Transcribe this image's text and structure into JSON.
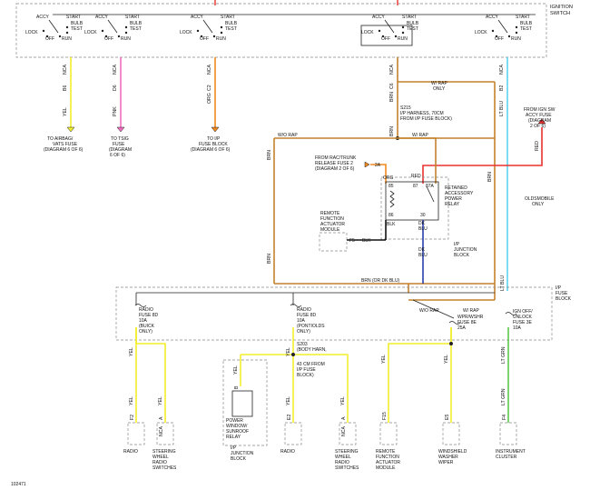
{
  "ignition": {
    "title": "IGNITION SWITCH",
    "groups": [
      {
        "accy": "ACCY",
        "start": "START",
        "bulb": "BULB",
        "test": "TEST",
        "lock": "LOCK",
        "off": "OFF",
        "run": "RUN"
      },
      {
        "accy": "ACCY",
        "start": "START",
        "bulb": "BULB",
        "test": "TEST",
        "lock": "LOCK",
        "off": "OFF",
        "run": "RUN"
      },
      {
        "accy": "ACCY",
        "start": "START",
        "bulb": "BULB",
        "test": "TEST",
        "lock": "LOCK",
        "off": "OFF",
        "run": "RUN"
      },
      {
        "accy": "ACCY",
        "start": "START",
        "bulb": "BULB",
        "test": "TEST",
        "lock": "LOCK",
        "off": "OFF",
        "run": "RUN"
      },
      {
        "accy": "ACCY",
        "start": "START",
        "bulb": "BULB",
        "test": "TEST",
        "lock": "LOCK",
        "off": "OFF",
        "run": "RUN"
      }
    ]
  },
  "wires_top": [
    {
      "nca": "NCA",
      "pin": "B6",
      "color": "YEL",
      "dest": [
        "TO AIRBAG/",
        "VATS FUSE",
        "(DIAGRAM 6 OF 6)"
      ]
    },
    {
      "nca": "NCA",
      "pin": "D6",
      "color": "PNK",
      "dest": [
        "TO TSIG",
        "FUSE",
        "(DIAGRAM",
        "6 OF 6)"
      ]
    },
    {
      "nca": "NCA",
      "pin": "C2",
      "color": "ORG",
      "dest": [
        "TO I/P",
        "FUSE BLOCK",
        "(DIAGRAM 6 OF 6)"
      ]
    },
    {
      "nca": "NCA",
      "pin": "C6",
      "color": "BRN"
    },
    {
      "nca": "NCA",
      "pin": "B2",
      "color": "LT BLU"
    }
  ],
  "wrap_only": [
    "W/ RAP",
    "ONLY"
  ],
  "splice_s215": [
    "S215",
    "I/P HARNESS, 70CM",
    "FROM I/P FUSE BLOCK)"
  ],
  "from_ign_sw": [
    "FROM IGN SW",
    "ACCY FUSE",
    "(DIAGRAM",
    "2 OF 6)"
  ],
  "red_label": "RED",
  "wo_rap": "W/O RAP",
  "w_rap": "W/ RAP",
  "brn": "BRN",
  "from_rac": [
    "FROM RAC/TRUNK",
    "RELEASE FUSE 2",
    "(DIAGRAM 2 OF 6)"
  ],
  "relay": {
    "org": "ORG",
    "red": "RED",
    "pin_2a": "2A",
    "pin_85": "85",
    "pin_87": "87",
    "pin_87a": "87A",
    "pin_86": "86",
    "pin_30": "30",
    "label": [
      "RETAINED",
      "ACCESSORY",
      "POWER",
      "RELAY"
    ],
    "blk": "BLK",
    "dk_blu": [
      "DK",
      "BLU"
    ]
  },
  "oldsmobile_only": [
    "OLDSMOBILE",
    "ONLY"
  ],
  "remote_module": [
    "REMOTE",
    "FUNCTION",
    "ACTUATOR",
    "MODULE"
  ],
  "pin_f5": "F5",
  "blk": "BLK",
  "dk_blu2": [
    "DK",
    "BLU"
  ],
  "ip_junction": [
    "I/P",
    "JUNCTION",
    "BLOCK"
  ],
  "brn_or_dkblu": "BRN (OR DK BLU)",
  "ip_fuse_block": [
    "I/P",
    "FUSE",
    "BLOCK"
  ],
  "fuses": [
    {
      "lines": [
        "RADIO",
        "FUSE 8D",
        "10A",
        "(BUICK",
        "ONLY)"
      ]
    },
    {
      "lines": [
        "RADIO",
        "FUSE 8D",
        "10A",
        "(PONTIOLDS",
        "ONLY)"
      ]
    },
    {
      "lines": [
        "WPR/WSHR",
        "FUSE 8E",
        "25A"
      ]
    },
    {
      "lines": [
        "IGN OFF/",
        "UNLOCK",
        "FUSE 3E",
        "10A"
      ]
    }
  ],
  "fuse_block_wo_rap": "W/O RAP",
  "fuse_block_w_rap": "W/ RAP",
  "splice_s203": [
    "S203",
    "(BODY HARN,",
    "43 CM FROM",
    "I/P FUSE",
    "BLOCK)"
  ],
  "lt_grn": "LT GRN",
  "yel": "YEL",
  "bottom_pins": [
    {
      "pin": "F2",
      "nca": "",
      "color": "YEL",
      "label": [
        "RADIO"
      ]
    },
    {
      "pin": "A",
      "nca": "NCA",
      "color": "YEL",
      "label": [
        "STEERING",
        "WHEEL",
        "RADIO",
        "SWITCHES"
      ]
    },
    {
      "pin": "B",
      "nca": "",
      "color": "YEL",
      "label": [
        "POWER",
        "WINDOW/",
        "SUNROOF",
        "RELAY"
      ]
    },
    {
      "pin": "",
      "nca": "",
      "color": "",
      "label": [
        "I/P",
        "JUNCTION",
        "BLOCK"
      ]
    },
    {
      "pin": "E2",
      "nca": "",
      "color": "YEL",
      "label": [
        "RADIO"
      ]
    },
    {
      "pin": "A",
      "nca": "NCA",
      "color": "YEL",
      "label": [
        "STEERING",
        "WHEEL",
        "RADIO",
        "SWITCHES"
      ]
    },
    {
      "pin": "F15",
      "nca": "",
      "color": "YEL",
      "label": [
        "REMOTE",
        "FUNCTION",
        "ACTUATOR",
        "MODULE"
      ]
    },
    {
      "pin": "E5",
      "nca": "",
      "color": "YEL",
      "label": [
        "WINDSHIELD",
        "WASHER",
        "WIPER"
      ]
    },
    {
      "pin": "F4",
      "nca": "",
      "color": "LT GRN",
      "label": [
        "INSTRUMENT",
        "CLUSTER"
      ]
    }
  ],
  "figure_id": "102471",
  "colors": {
    "yellow": "#f1ee2c",
    "orange": "#f08a1e",
    "brown": "#c4822b",
    "pink": "#f06ec0",
    "red": "#e8322e",
    "lt_blue": "#5ad4ef",
    "dk_blue": "#2a3fa8",
    "lt_green": "#5bc94a",
    "black": "#111111"
  }
}
